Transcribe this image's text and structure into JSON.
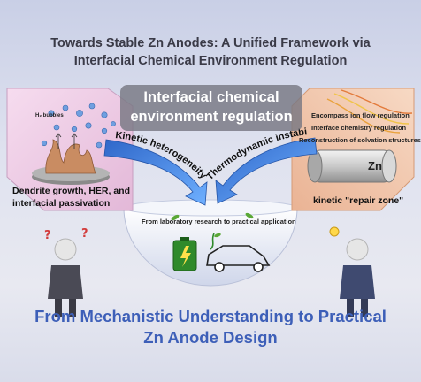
{
  "title": {
    "line1": "Towards Stable Zn Anodes: A Unified Framework via",
    "line2": "Interfacial Chemical Environment Regulation"
  },
  "center_label": {
    "line1": "Interfacial chemical",
    "line2": "environment regulation"
  },
  "left_panel": {
    "gas_label": "H₂ bubbles",
    "caption_line1": "Dendrite growth, HER, and",
    "caption_line2": "interfacial passivation"
  },
  "right_panel": {
    "item1": "Encompass ion flow regulation",
    "item2": "Interface chemistry regulation",
    "item3": "Reconstruction of solvation structures",
    "zn_label": "Zn",
    "repair_label": "kinetic \"repair zone\""
  },
  "arrows": {
    "left": "Kinetic heterogeneity",
    "right": "Thermodynamic instability"
  },
  "bowl_label": "From laboratory research to practical application",
  "bottom": {
    "line1": "From Mechanistic Understanding to Practical",
    "line2": "Zn Anode Design"
  },
  "colors": {
    "title": "#3a3a47",
    "bottom": "#3d5fb8",
    "left_panel": "#eecfe6",
    "right_panel": "#f3c9ad",
    "arrow": "#3a7de0"
  }
}
